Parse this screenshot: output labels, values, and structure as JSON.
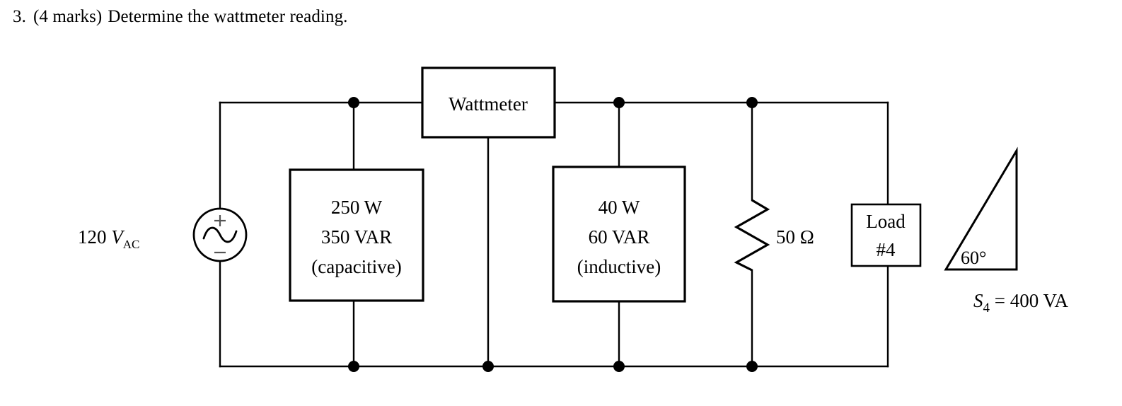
{
  "question": {
    "number": "3.",
    "marks": "(4 marks)",
    "text": "Determine the wattmeter reading."
  },
  "circuit": {
    "source": {
      "label_value": "120",
      "label_symbol": "V",
      "label_subscript": "AC",
      "polarity_plus": "+",
      "polarity_minus": "−"
    },
    "wattmeter": {
      "label": "Wattmeter"
    },
    "load1": {
      "line1": "250 W",
      "line2": "350 VAR",
      "line3": "(capacitive)"
    },
    "load2": {
      "line1": "40 W",
      "line2": "60 VAR",
      "line3": "(inductive)"
    },
    "resistor": {
      "label_value": "50",
      "label_unit": "Ω"
    },
    "load4": {
      "line1": "Load",
      "line2": "#4"
    },
    "triangle": {
      "angle_label": "60°",
      "apparent_power_symbol": "S",
      "apparent_power_subscript": "4",
      "apparent_power_equals": "=",
      "apparent_power_value": "400 VA"
    }
  },
  "colors": {
    "ink": "#000000",
    "paper": "#ffffff"
  }
}
